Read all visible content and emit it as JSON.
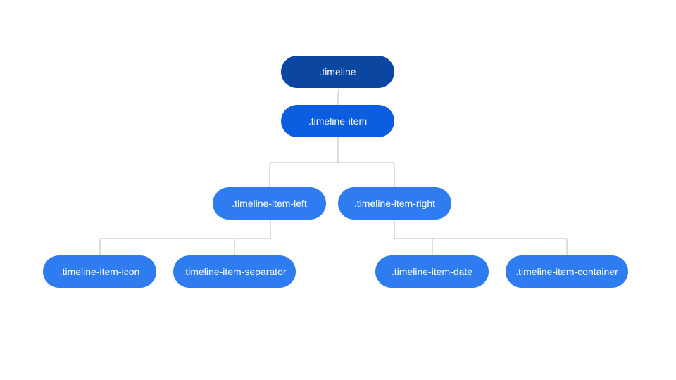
{
  "diagram": {
    "type": "tree",
    "colors": {
      "level_0": "#0b47a1",
      "level_1": "#0c5ee0",
      "level_2": "#2f7bf0",
      "level_3": "#2f7bf0",
      "connector": "#bdbdbd",
      "text": "#ffffff"
    },
    "nodes": {
      "root": {
        "label": ".timeline",
        "level": 0
      },
      "item": {
        "label": ".timeline-item",
        "level": 1,
        "parent": "root"
      },
      "left": {
        "label": ".timeline-item-left",
        "level": 2,
        "parent": "item"
      },
      "right": {
        "label": ".timeline-item-right",
        "level": 2,
        "parent": "item"
      },
      "icon": {
        "label": ".timeline-item-icon",
        "level": 3,
        "parent": "left"
      },
      "separator": {
        "label": ".timeline-item-separator",
        "level": 3,
        "parent": "left"
      },
      "date": {
        "label": ".timeline-item-date",
        "level": 3,
        "parent": "right"
      },
      "container": {
        "label": ".timeline-item-container",
        "level": 3,
        "parent": "right"
      }
    }
  }
}
